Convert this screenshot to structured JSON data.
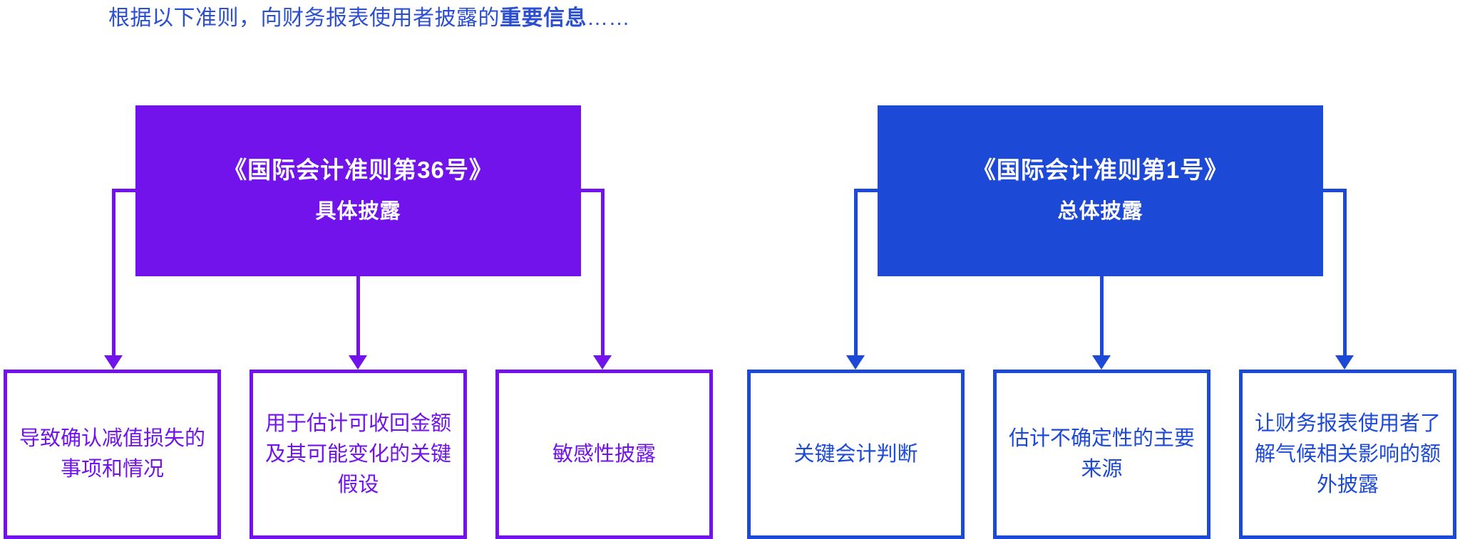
{
  "heading": {
    "prefix": "根据以下准则，向财务报表使用者披露的",
    "emphasis": "重要信息",
    "suffix": "……"
  },
  "colors": {
    "purple": "#7213eb",
    "blue": "#1c4ad6",
    "heading_text": "#2b4fd0",
    "background": "#ffffff"
  },
  "diagram": {
    "type": "tree",
    "branches": [
      {
        "id": "ias36",
        "color": "#7213eb",
        "title": "《国际会计准则第36号》",
        "subtitle": "具体披露",
        "children": [
          {
            "id": "p1",
            "text": "导致确认减值损失的事项和情况"
          },
          {
            "id": "p2",
            "text": "用于估计可收回金额及其可能变化的关键假设"
          },
          {
            "id": "p3",
            "text": "敏感性披露"
          }
        ]
      },
      {
        "id": "ias1",
        "color": "#1c4ad6",
        "title": "《国际会计准则第1号》",
        "subtitle": "总体披露",
        "children": [
          {
            "id": "b1",
            "text": "关键会计判断"
          },
          {
            "id": "b2",
            "text": "估计不确定性的主要来源"
          },
          {
            "id": "b3",
            "text": "让财务报表使用者了解气候相关影响的额外披露"
          }
        ]
      }
    ]
  }
}
